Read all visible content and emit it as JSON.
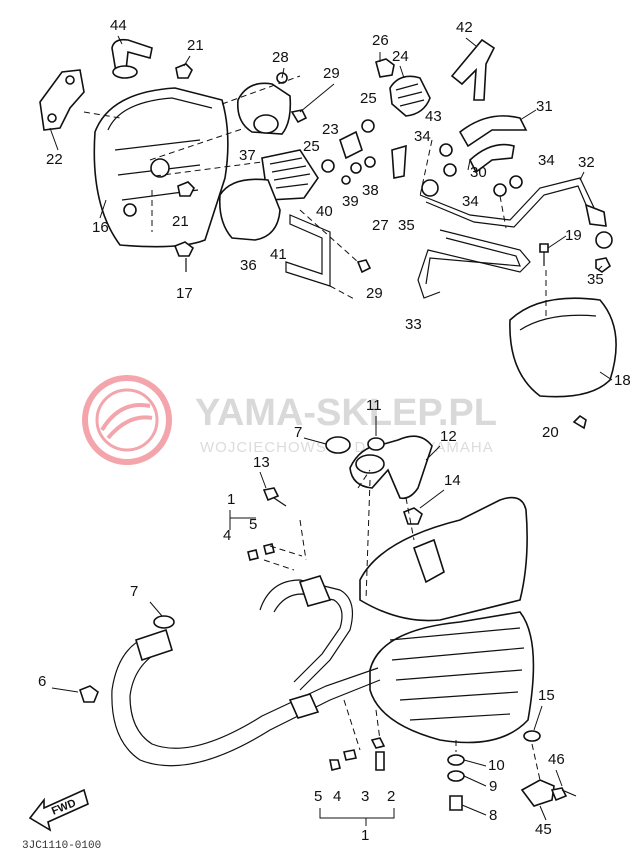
{
  "watermark": {
    "title": "YAMA-SKLEP.PL",
    "subtitle": "WOJCIECHOWSCY DEALER YAMAHA",
    "logo_color": "#e63946"
  },
  "direction_marker": "FWD",
  "drawing_code": "3JC1110-0100",
  "part_numbers": [
    "1",
    "2",
    "3",
    "4",
    "5",
    "6",
    "7",
    "8",
    "9",
    "10",
    "11",
    "12",
    "13",
    "14",
    "15",
    "16",
    "17",
    "18",
    "19",
    "20",
    "21",
    "22",
    "23",
    "24",
    "25",
    "26",
    "27",
    "28",
    "29",
    "30",
    "31",
    "32",
    "33",
    "34",
    "35",
    "36",
    "37",
    "38",
    "39",
    "40",
    "41",
    "42",
    "43",
    "44",
    "45",
    "46"
  ]
}
